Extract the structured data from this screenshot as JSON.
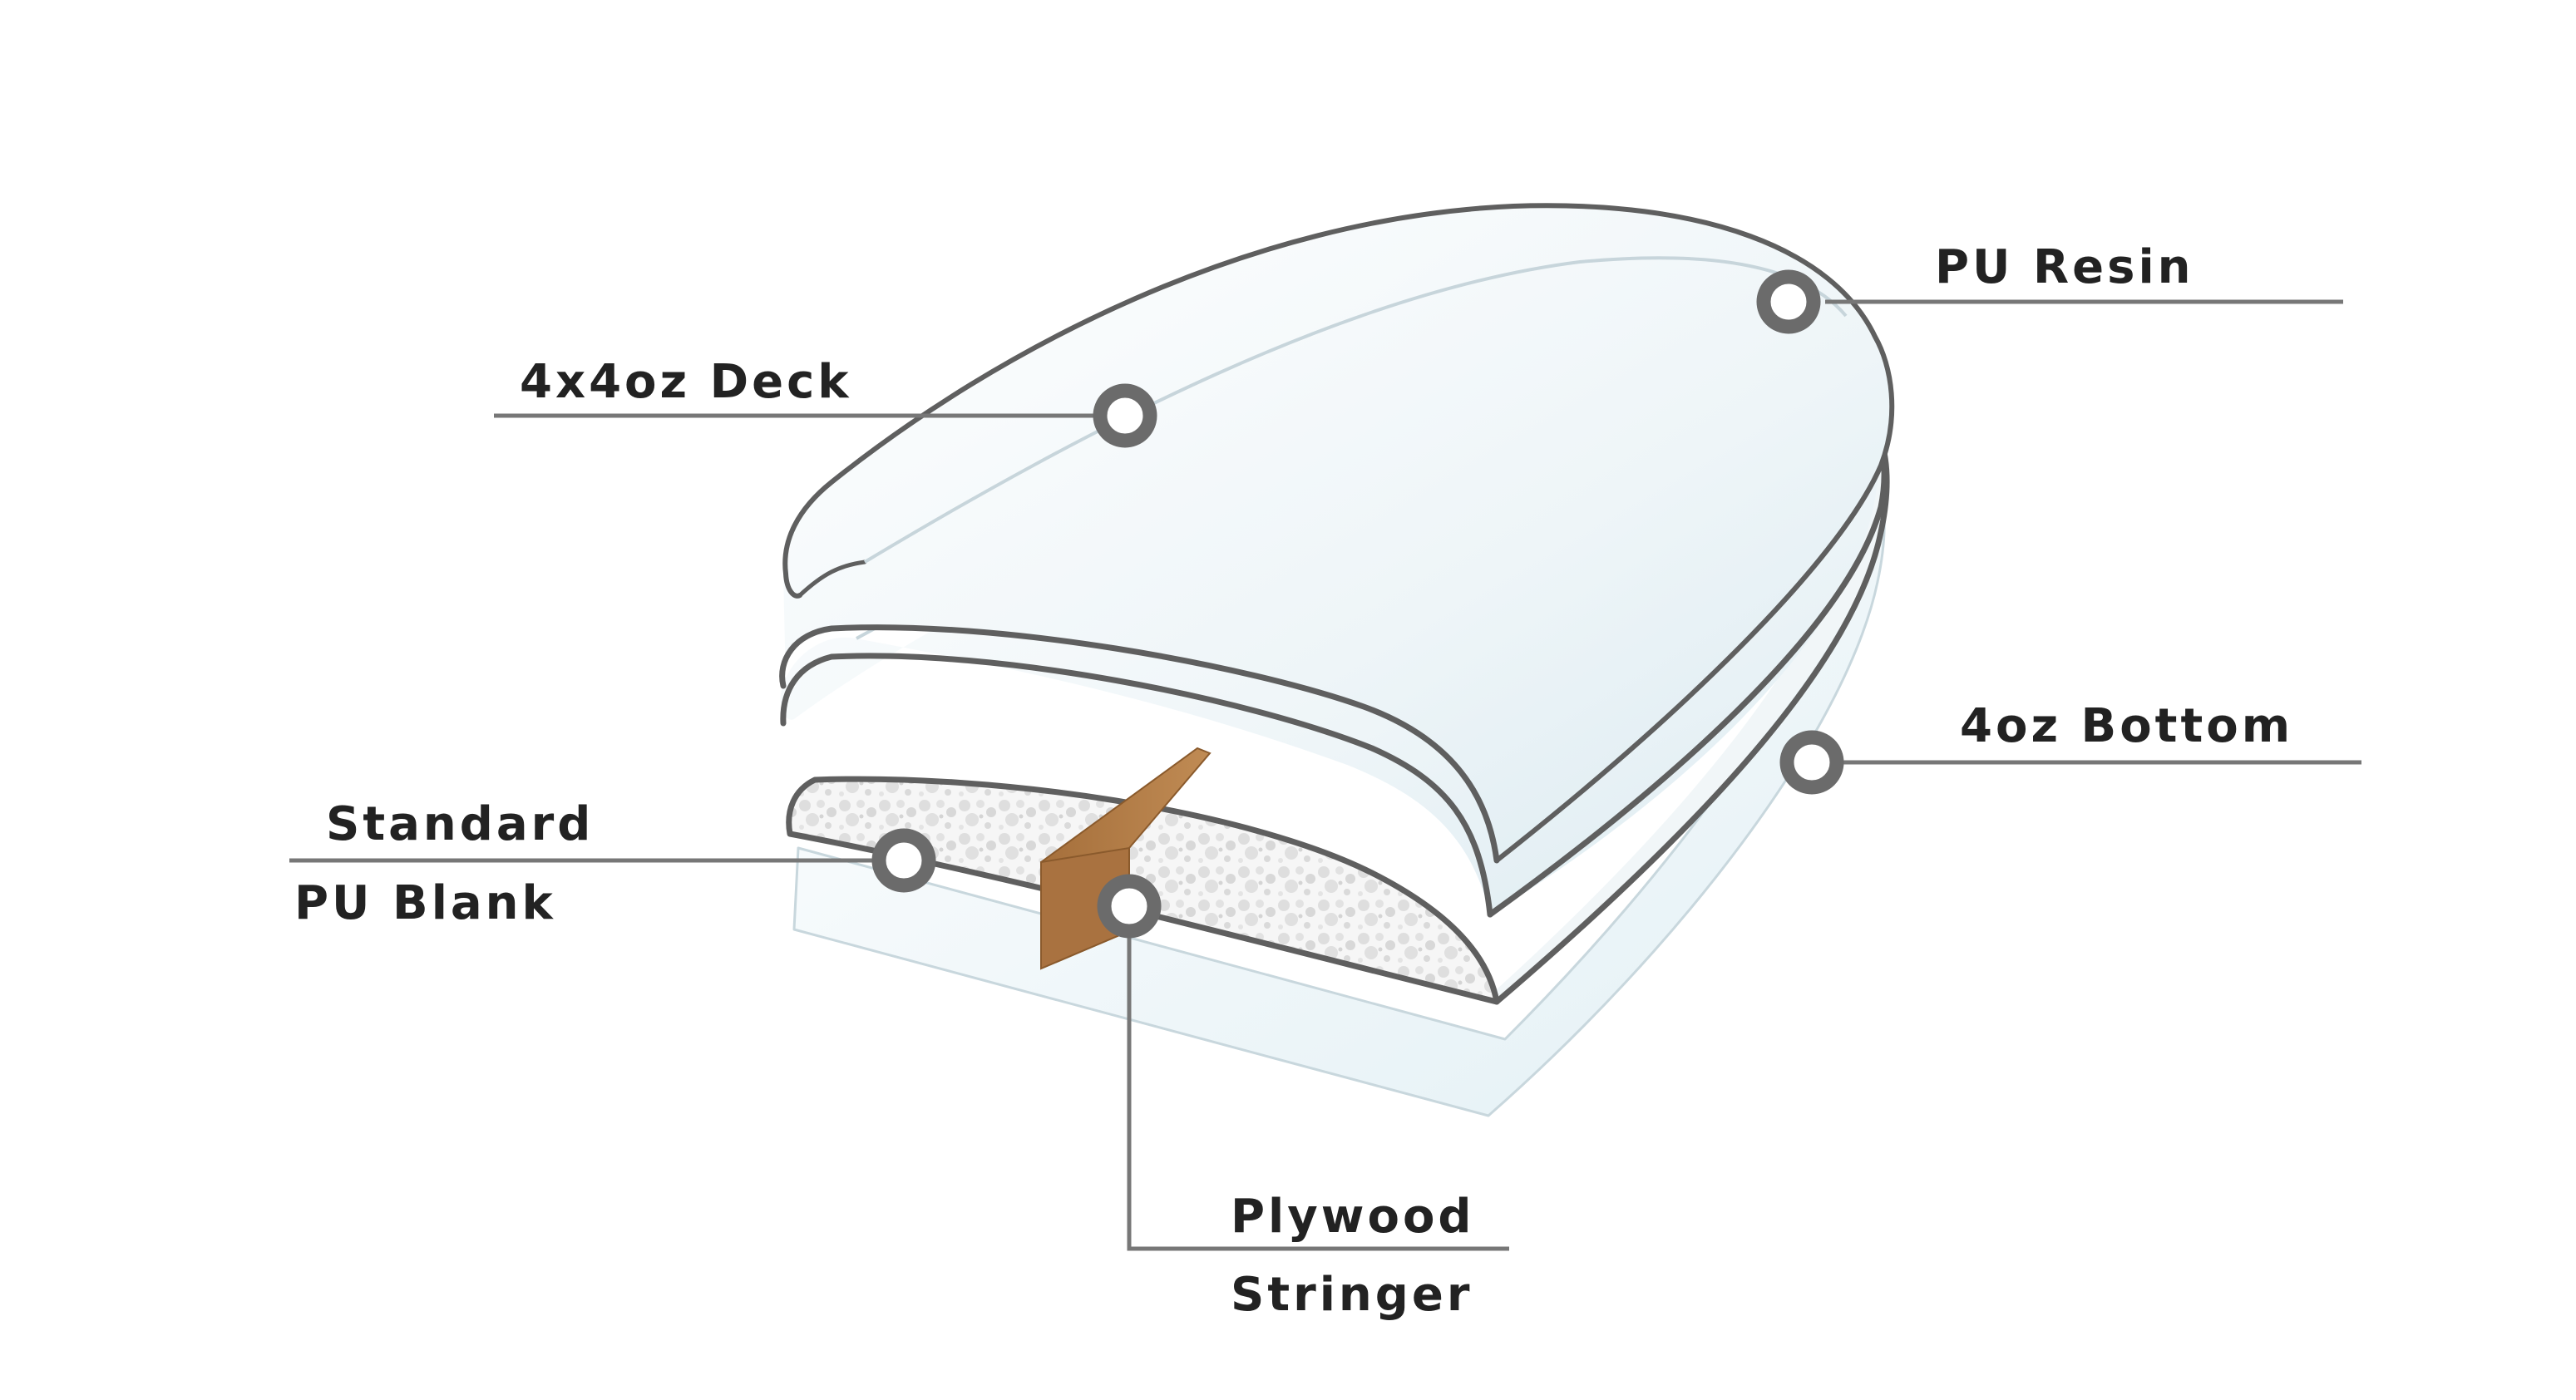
{
  "colors": {
    "background": "#ffffff",
    "outline": "#5f5f5f",
    "leader_line": "#777777",
    "marker": "#6b6b6b",
    "layer_fill": "#eef6f9",
    "foam_fill": "#f4f4f4",
    "foam_bubbles": "#dcdcdc",
    "stringer": "#b5804a",
    "label_text": "#222222"
  },
  "labels": {
    "deck": "4x4oz Deck",
    "resin": "PU Resin",
    "bottom": "4oz Bottom",
    "blank_line1": "Standard",
    "blank_line2": "PU Blank",
    "stringer_line1": "Plywood",
    "stringer_line2": "Stringer"
  }
}
